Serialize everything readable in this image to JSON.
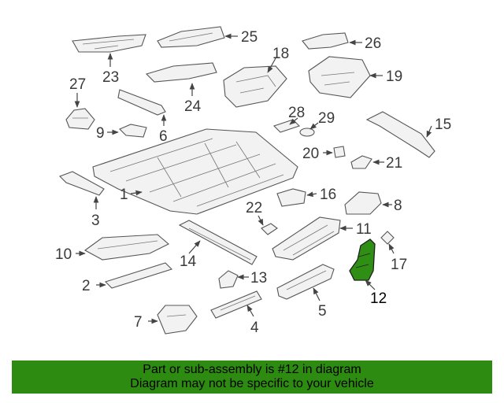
{
  "callouts": [
    "1",
    "2",
    "3",
    "4",
    "5",
    "6",
    "7",
    "8",
    "9",
    "10",
    "11",
    "12",
    "13",
    "14",
    "15",
    "16",
    "17",
    "18",
    "19",
    "20",
    "21",
    "22",
    "23",
    "24",
    "25",
    "26",
    "27",
    "28",
    "29"
  ],
  "highlighted_part": "12",
  "colors": {
    "banner": "#2e8b12",
    "highlight_fill": "#2f8f14",
    "line": "#444444"
  },
  "banner": {
    "line1": "Part or sub-assembly is #12 in diagram",
    "line2": "Diagram may not be specific to your vehicle"
  }
}
